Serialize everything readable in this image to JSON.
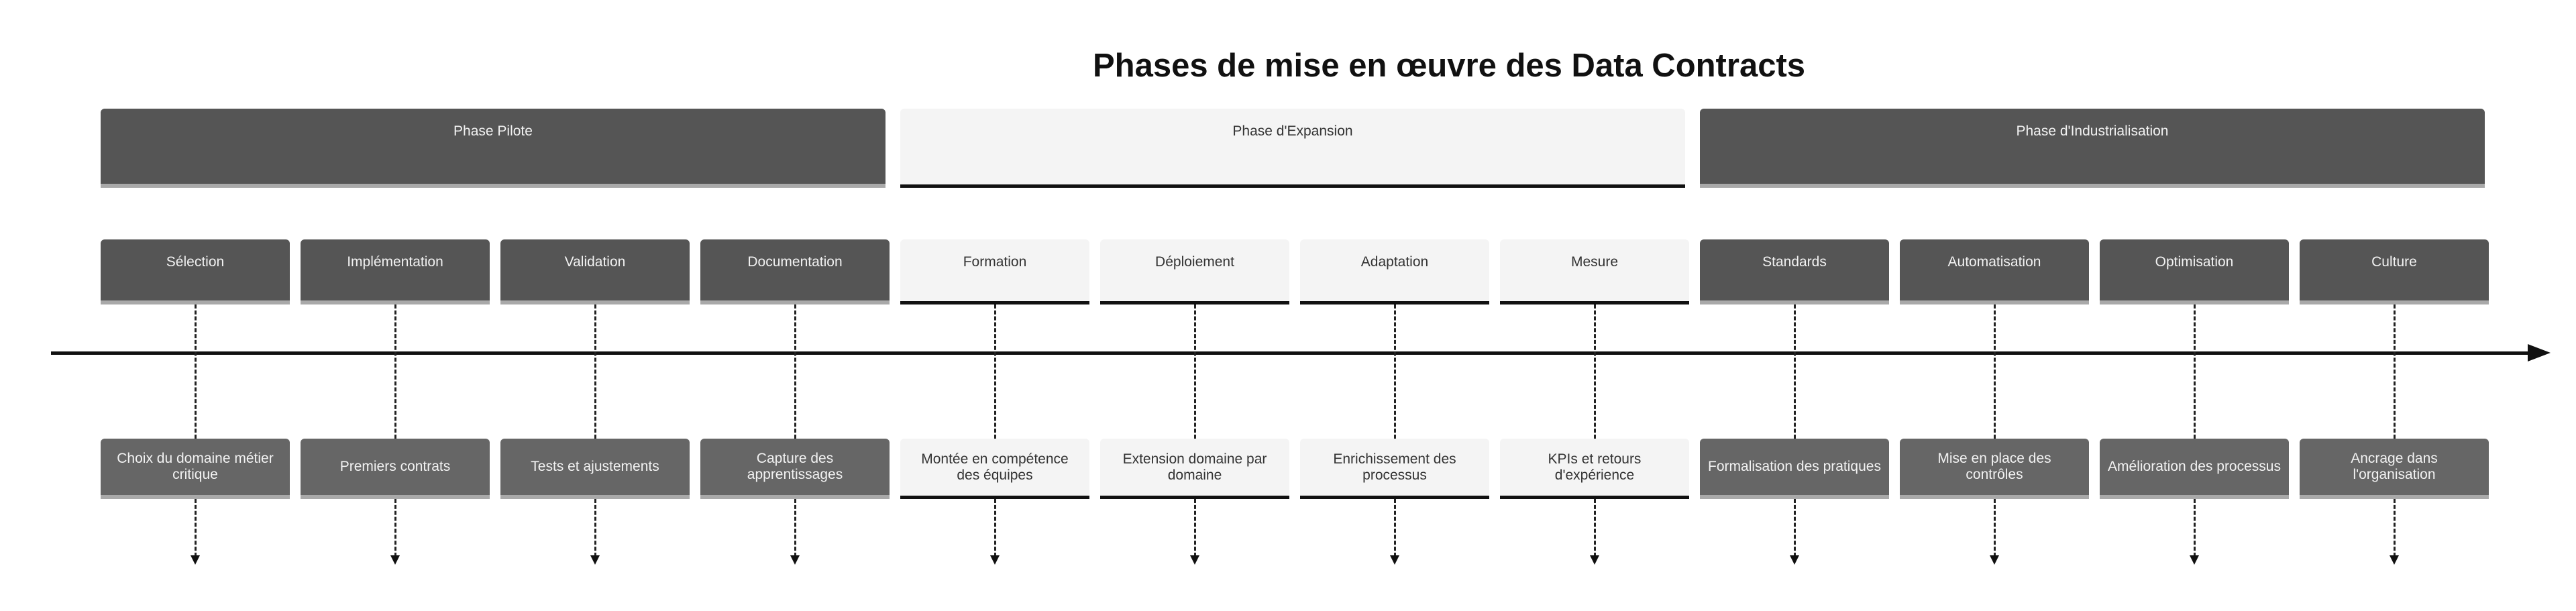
{
  "title": "Phases de mise en œuvre des Data Contracts",
  "phases": [
    {
      "label": "Phase Pilote",
      "style": "dark",
      "tasks": [
        {
          "name": "Sélection",
          "detail": "Choix du domaine métier critique"
        },
        {
          "name": "Implémentation",
          "detail": "Premiers contrats"
        },
        {
          "name": "Validation",
          "detail": "Tests et ajustements"
        },
        {
          "name": "Documentation",
          "detail": "Capture des apprentissages"
        }
      ]
    },
    {
      "label": "Phase d'Expansion",
      "style": "light",
      "tasks": [
        {
          "name": "Formation",
          "detail": "Montée en compétence des équipes"
        },
        {
          "name": "Déploiement",
          "detail": "Extension domaine par domaine"
        },
        {
          "name": "Adaptation",
          "detail": "Enrichissement des processus"
        },
        {
          "name": "Mesure",
          "detail": "KPIs et retours d'expérience"
        }
      ]
    },
    {
      "label": "Phase d'Industrialisation",
      "style": "dark",
      "tasks": [
        {
          "name": "Standards",
          "detail": "Formalisation des pratiques"
        },
        {
          "name": "Automatisation",
          "detail": "Mise en place des contrôles"
        },
        {
          "name": "Optimisation",
          "detail": "Amélioration des processus"
        },
        {
          "name": "Culture",
          "detail": "Ancrage dans l'organisation"
        }
      ]
    }
  ],
  "colors": {
    "dark": "#555555",
    "light": "#f4f4f4",
    "line": "#111111"
  }
}
